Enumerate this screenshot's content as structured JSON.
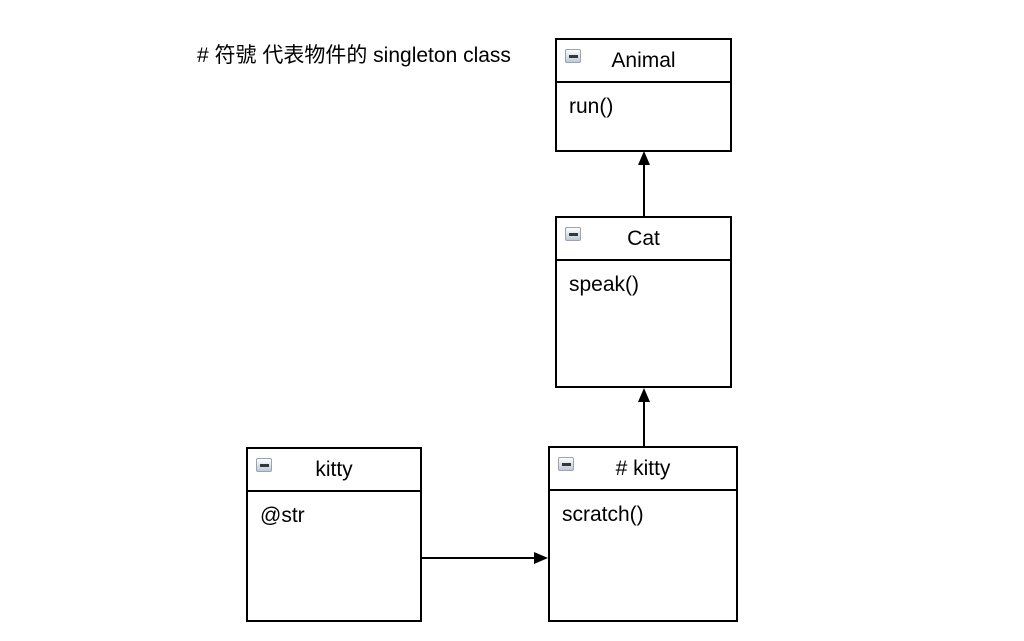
{
  "note": "# 符號 代表物件的 singleton class",
  "colors": {
    "canvas_bg": "#ffffff",
    "shape_fill": "#ffffff",
    "stroke": "#000000",
    "btn_border": "#98a4b1",
    "btn_top": "#fdfdfe",
    "btn_bottom": "#bfcad6",
    "btn_minus": "#32373c"
  },
  "classes": [
    {
      "title": "Animal",
      "members": [
        "run()"
      ],
      "icon": "collapse-minus-icon"
    },
    {
      "title": "Cat",
      "members": [
        "speak()"
      ],
      "icon": "collapse-minus-icon"
    },
    {
      "title": "kitty",
      "members": [
        "@str"
      ],
      "icon": "collapse-minus-icon"
    },
    {
      "title": "# kitty",
      "members": [
        "scratch()"
      ],
      "icon": "collapse-minus-icon"
    }
  ],
  "edges": [
    {
      "from": "Cat",
      "to": "Animal",
      "style": "solid-filled-arrow"
    },
    {
      "from": "# kitty",
      "to": "Cat",
      "style": "solid-filled-arrow"
    },
    {
      "from": "kitty",
      "to": "# kitty",
      "style": "solid-filled-arrow"
    }
  ]
}
